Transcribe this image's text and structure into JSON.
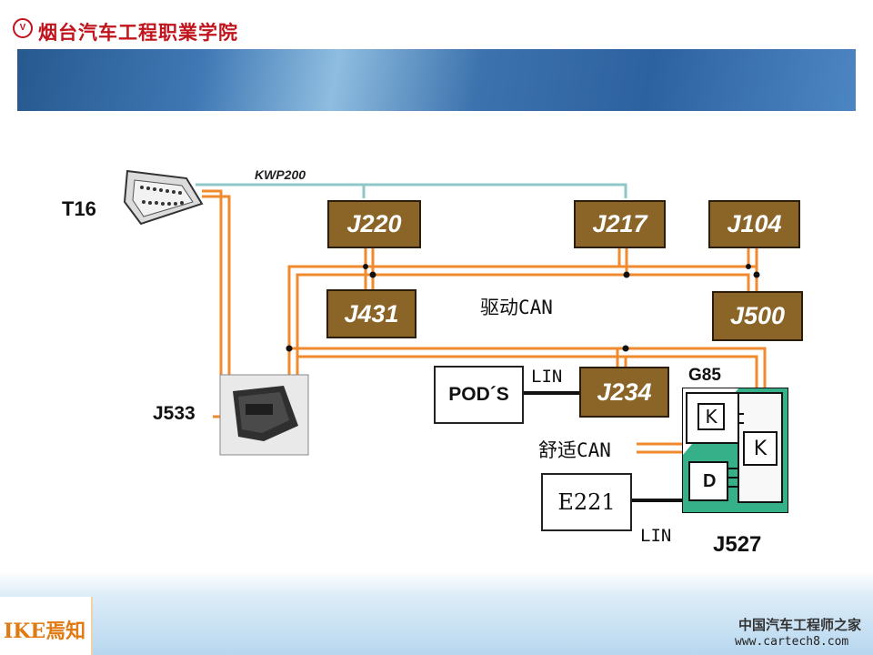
{
  "header": {
    "logo_icon": "school-emblem-icon",
    "school_name": "烟台汽车工程职業学院"
  },
  "diagram": {
    "connector_label": "T16",
    "kwp_label": "KWP200",
    "gateway_label": "J533",
    "drive_can_label": "驱动CAN",
    "comfort_can_label": "舒适CAN",
    "lin_label_1": "LIN",
    "lin_label_2": "LIN",
    "module_g85": "G85",
    "module_j527": "J527",
    "d_label": "D",
    "ecus": {
      "j220": "J220",
      "j217": "J217",
      "j104": "J104",
      "j431": "J431",
      "j500": "J500",
      "j234": "J234"
    },
    "pods_label": "POD´S",
    "e221_label": "E221",
    "colors": {
      "can_wire": "#f08a2e",
      "kwp_wire": "#8fc7c7",
      "ecu_fill": "#8b6528",
      "module_green": "#2e9c7a",
      "lin_wire": "#111111"
    }
  },
  "footer": {
    "brand": "IKE焉知",
    "watermark_cn": "中国汽车工程师之家",
    "watermark_url": "www.cartech8.com"
  }
}
